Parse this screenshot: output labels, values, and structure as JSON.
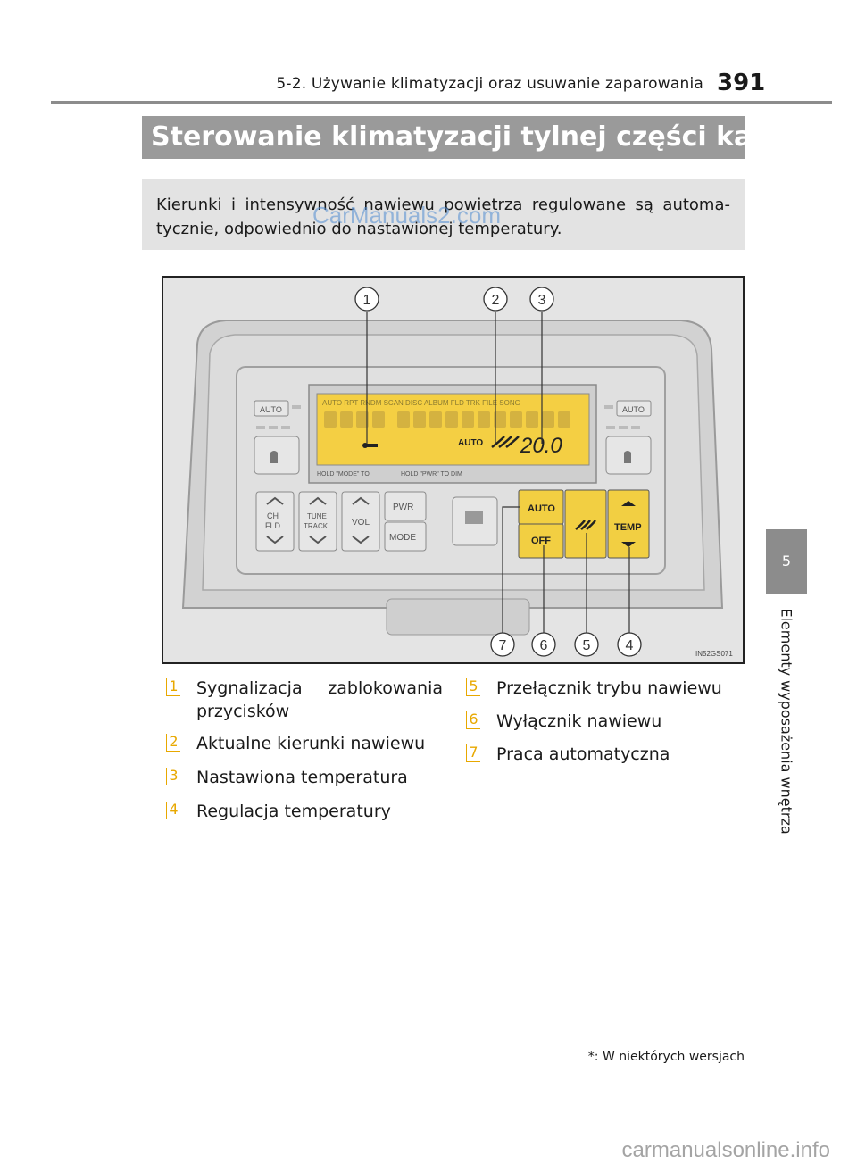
{
  "header": {
    "title": "5-2. Używanie klimatyzacji oraz usuwanie zaparowania",
    "page_number": "391"
  },
  "section": {
    "title": "Sterowanie klimatyzacji tylnej części kabiny",
    "asterisk": "*"
  },
  "intro": {
    "line1": "Kierunki i intensywność nawiewu powietrza regulowane są automa-",
    "line2": "tycznie, odpowiednio do nastawionej temperatury."
  },
  "watermark": "CarManuals2.com",
  "figure": {
    "code": "IN52GS071",
    "display": {
      "top_labels": "AUTO RPT RNDM SCAN DISC ALBUM FLD TRK FILE SONG",
      "auto_label": "AUTO",
      "temperature": "20.0",
      "hold_left": "HOLD \"MODE\" TO",
      "hold_right": "HOLD \"PWR\" TO DIM"
    },
    "buttons": {
      "auto_left": "AUTO",
      "auto_right": "AUTO",
      "ch_fld": [
        "CH",
        "FLD"
      ],
      "tune_track": [
        "TUNE",
        "TRACK"
      ],
      "vol": "VOL",
      "pwr": "PWR",
      "mode": "MODE",
      "auto_main": "AUTO",
      "off": "OFF",
      "temp": "TEMP"
    },
    "callouts": [
      "1",
      "2",
      "3",
      "4",
      "5",
      "6",
      "7"
    ]
  },
  "legend": [
    {
      "num": "1",
      "text": "Sygnalizacja zablokowania przycisków"
    },
    {
      "num": "2",
      "text": "Aktualne kierunki nawiewu"
    },
    {
      "num": "3",
      "text": "Nastawiona temperatura"
    },
    {
      "num": "4",
      "text": "Regulacja temperatury"
    },
    {
      "num": "5",
      "text": "Przełącznik trybu nawiewu"
    },
    {
      "num": "6",
      "text": "Wyłącznik nawiewu"
    },
    {
      "num": "7",
      "text": "Praca automatyczna"
    }
  ],
  "side_tab": {
    "number": "5",
    "label": "Elementy wyposażenia wnętrza"
  },
  "footnote": "*: W niektórych wersjach",
  "footer_site": "carmanualsonline.info"
}
